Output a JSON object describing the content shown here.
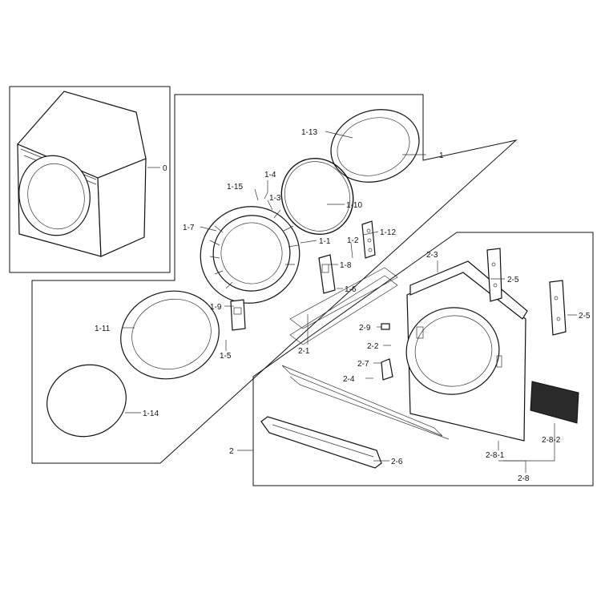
{
  "callouts": [
    {
      "id": "0",
      "label": "0"
    },
    {
      "id": "1",
      "label": "1"
    },
    {
      "id": "1-1",
      "label": "1-1"
    },
    {
      "id": "1-2",
      "label": "1-2"
    },
    {
      "id": "1-3",
      "label": "1-3"
    },
    {
      "id": "1-4",
      "label": "1-4"
    },
    {
      "id": "1-5",
      "label": "1-5"
    },
    {
      "id": "1-6",
      "label": "1-6"
    },
    {
      "id": "1-7",
      "label": "1-7"
    },
    {
      "id": "1-8",
      "label": "1-8"
    },
    {
      "id": "1-9",
      "label": "1-9"
    },
    {
      "id": "1-10",
      "label": "1-10"
    },
    {
      "id": "1-11",
      "label": "1-11"
    },
    {
      "id": "1-12",
      "label": "1-12"
    },
    {
      "id": "1-13",
      "label": "1-13"
    },
    {
      "id": "1-14",
      "label": "1-14"
    },
    {
      "id": "1-15",
      "label": "1-15"
    },
    {
      "id": "2",
      "label": "2"
    },
    {
      "id": "2-1",
      "label": "2-1"
    },
    {
      "id": "2-2",
      "label": "2-2"
    },
    {
      "id": "2-3",
      "label": "2-3"
    },
    {
      "id": "2-4",
      "label": "2-4"
    },
    {
      "id": "2-5a",
      "label": "2-5"
    },
    {
      "id": "2-5b",
      "label": "2-5"
    },
    {
      "id": "2-6",
      "label": "2-6"
    },
    {
      "id": "2-7",
      "label": "2-7"
    },
    {
      "id": "2-8",
      "label": "2-8"
    },
    {
      "id": "2-8-1",
      "label": "2-8-1"
    },
    {
      "id": "2-8-2",
      "label": "2-8-2"
    },
    {
      "id": "2-9",
      "label": "2-9"
    }
  ]
}
